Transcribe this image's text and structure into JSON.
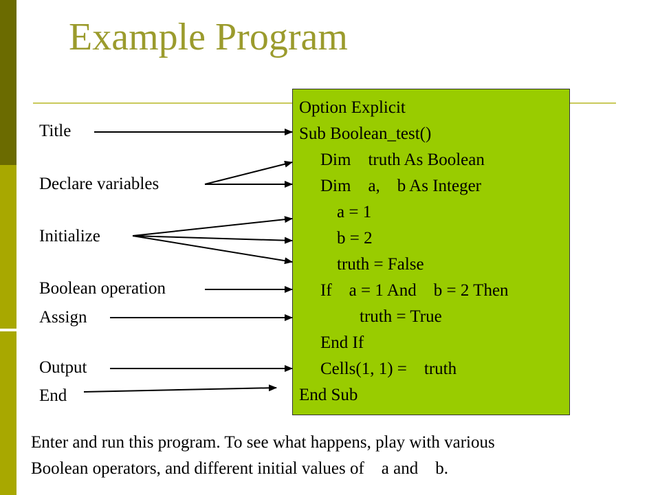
{
  "slide": {
    "title": "Example Program",
    "accent_color": "#9b9b2d",
    "code_box_color": "#99cc00"
  },
  "labels": {
    "title": "Title",
    "declare": "Declare variables",
    "initialize": "Initialize",
    "boolean_op": "Boolean operation",
    "assign": "Assign",
    "output": "Output",
    "end": "End"
  },
  "code": {
    "line1": "Option Explicit",
    "line2": "Sub Boolean_test()",
    "line3": "Dim    truth As Boolean",
    "line4": "Dim    a,    b As Integer",
    "line5": "a = 1",
    "line6": "b = 2",
    "line7": "truth = False",
    "line8": "If    a = 1 And    b = 2 Then",
    "line9": "truth = True",
    "line10": "End If",
    "line11": "Cells(1, 1) =    truth",
    "line12": "End Sub"
  },
  "note": {
    "line1": "Enter and run this program.  To see what happens, play with various",
    "line2": "Boolean operators, and different initial values of    a and    b."
  }
}
